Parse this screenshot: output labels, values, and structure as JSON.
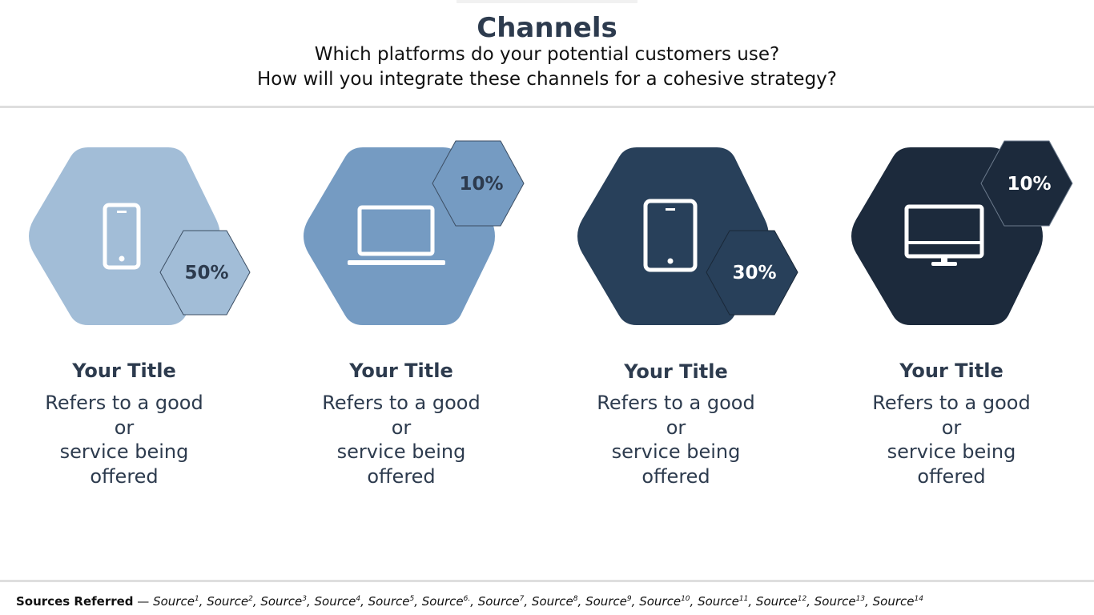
{
  "header": {
    "title": "Channels",
    "subtitle_line1": "Which platforms do your potential customers use?",
    "subtitle_line2": "How will you integrate these channels for a cohesive strategy?"
  },
  "colors": {
    "light": "#a2bdd7",
    "medium": "#759bc2",
    "dark": "#28405a",
    "darkest": "#1c2a3c",
    "text": "#2d3b4e"
  },
  "cards": [
    {
      "percent": "50%",
      "share_percent": 50,
      "icon": "phone-icon",
      "title": "Your Title",
      "desc": [
        "Refers to a good",
        "or",
        "service being",
        "offered"
      ]
    },
    {
      "percent": "10%",
      "share_percent": 10,
      "icon": "laptop-icon",
      "title": "Your Title",
      "desc": [
        "Refers to a good",
        "or",
        "service being",
        "offered"
      ]
    },
    {
      "percent": "30%",
      "share_percent": 30,
      "icon": "tablet-icon",
      "title": "Your Title",
      "desc": [
        "Refers to a good",
        "or",
        "service being",
        "offered"
      ]
    },
    {
      "percent": "10%",
      "share_percent": 10,
      "icon": "monitor-icon",
      "title": "Your Title",
      "desc": [
        "Refers to a good",
        "or",
        "service being",
        "offered"
      ]
    }
  ],
  "footer": {
    "lead": "Sources Referred",
    "separator": " — ",
    "sources": [
      {
        "label": "Source",
        "sup": "1"
      },
      {
        "label": "Source",
        "sup": "2"
      },
      {
        "label": "Source",
        "sup": "3"
      },
      {
        "label": "Source",
        "sup": "4"
      },
      {
        "label": "Source",
        "sup": "5"
      },
      {
        "label": "Source",
        "sup": "6."
      },
      {
        "label": "Source",
        "sup": "7"
      },
      {
        "label": "Source",
        "sup": "8"
      },
      {
        "label": "Source",
        "sup": "9"
      },
      {
        "label": "Source",
        "sup": "10"
      },
      {
        "label": "Source",
        "sup": "11"
      },
      {
        "label": "Source",
        "sup": "12"
      },
      {
        "label": "Source",
        "sup": "13"
      },
      {
        "label": "Source",
        "sup": "14"
      }
    ]
  }
}
